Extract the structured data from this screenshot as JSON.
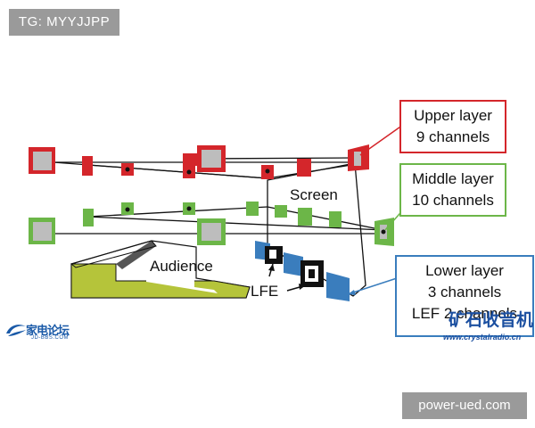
{
  "watermarks": {
    "top_left": "TG: MYYJJPP",
    "bottom_right": "power-ued.com"
  },
  "labels": {
    "upper": {
      "line1": "Upper layer",
      "line2": "9 channels"
    },
    "middle": {
      "line1": "Middle layer",
      "line2": "10 channels"
    },
    "lower": {
      "line1": "Lower layer",
      "line2": "3 channels",
      "line3": "LEF 2 channels"
    },
    "screen": "Screen",
    "audience": "Audience",
    "lfe": "LFE"
  },
  "logos": {
    "left_cn": "家电论坛",
    "left_sub": "JD-BBS.COM",
    "right_cn": "矿石收音机",
    "right_url": "www.crystalradio.cn"
  },
  "colors": {
    "upper": "#d4262b",
    "middle": "#6cb648",
    "lower": "#3a7dbd",
    "speaker_face": "#bdbdbd",
    "audience_platform": "#b5c43a"
  }
}
